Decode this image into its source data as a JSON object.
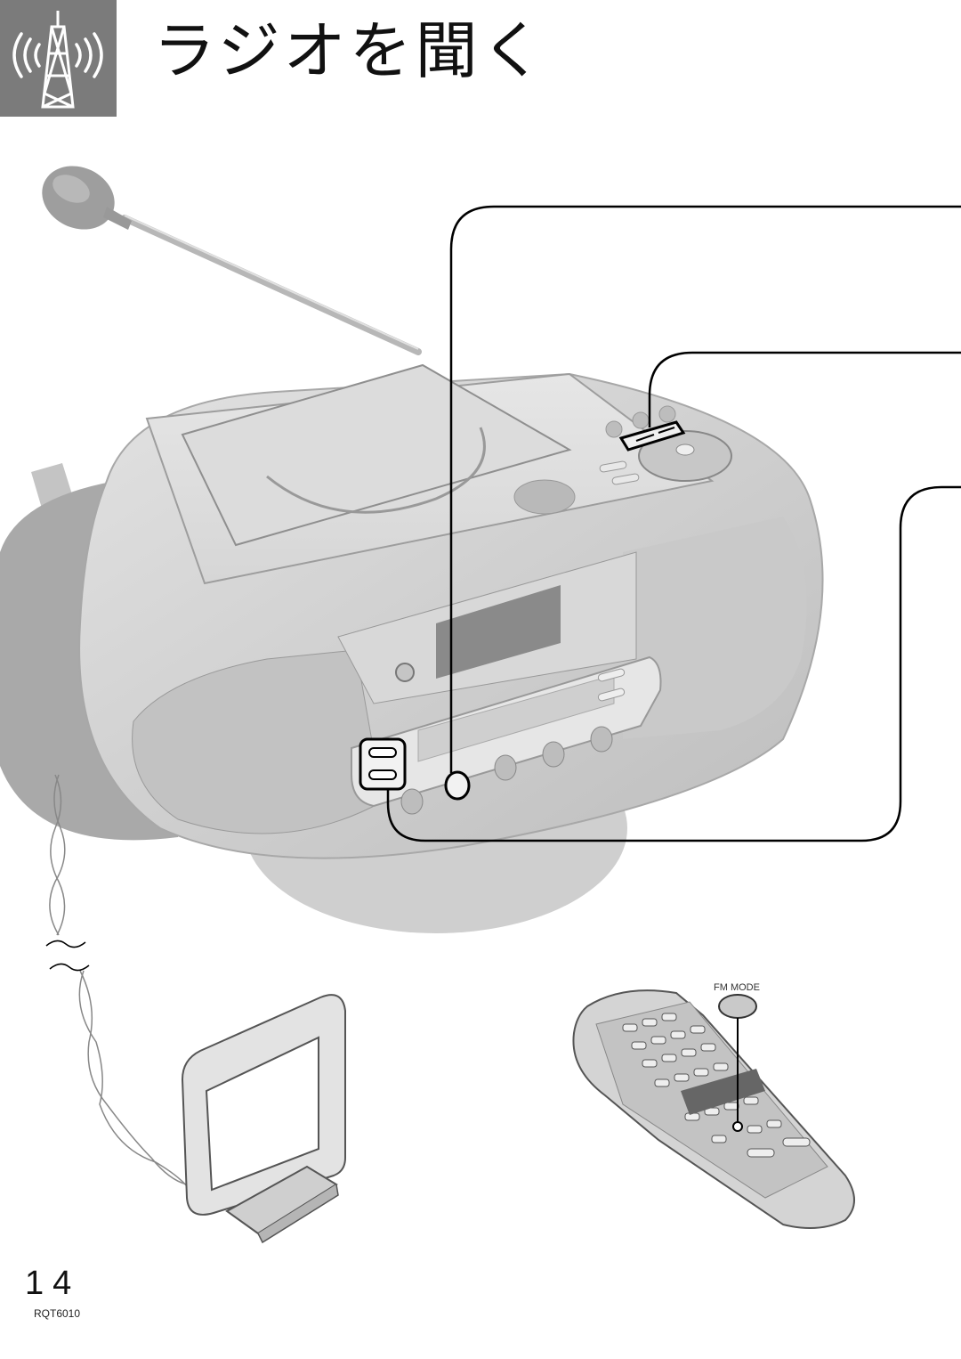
{
  "header": {
    "icon": "radio-tower-icon",
    "title": "ラジオを聞く"
  },
  "illustration": {
    "remote_button_label": "FM MODE"
  },
  "footer": {
    "page_number": "14",
    "doc_code": "RQT6010"
  },
  "colors": {
    "icon_box": "#7b7b7b",
    "device_body": "#d4d4d4",
    "device_dark": "#9a9a9a",
    "callout_line": "#000000"
  }
}
